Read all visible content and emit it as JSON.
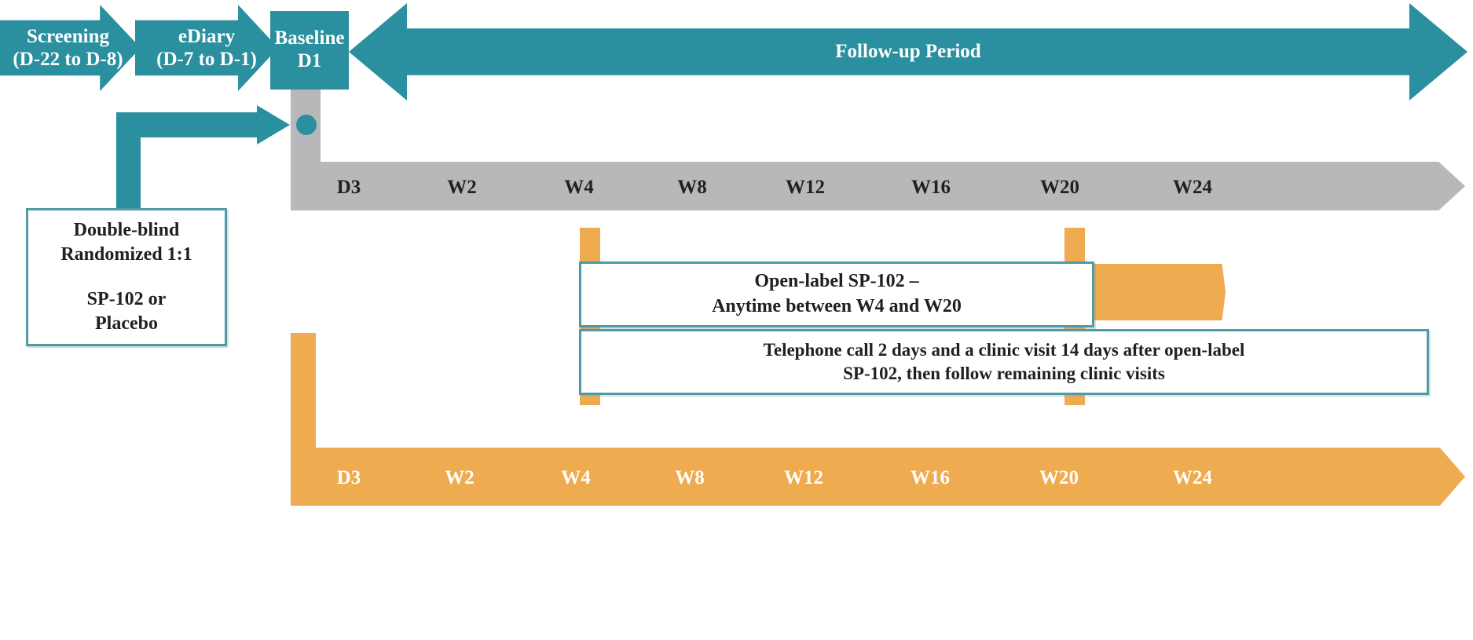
{
  "diagram": {
    "title": "Clinical trial study design schema",
    "colors": {
      "teal": "#2a8f9e",
      "teal_border": "#4e9aa6",
      "gray": "#b8b8bb",
      "orange": "#efab50",
      "text_dark": "#231f20",
      "text_light": "#ffffff"
    },
    "phases": [
      {
        "name": "screening",
        "line1": "Screening",
        "line2": "(D-22 to D-8)"
      },
      {
        "name": "ediary",
        "line1": "eDiary",
        "line2": "(D-7 to D-1)"
      },
      {
        "name": "baseline",
        "line1": "Baseline",
        "line2": "D1"
      }
    ],
    "followup": {
      "label": "Follow-up Period"
    },
    "randomization_box": {
      "line1": "Double-blind",
      "line2": "Randomized 1:1",
      "line3": "SP-102 or",
      "line4": "Placebo"
    },
    "timelines": [
      {
        "name": "double-blind-visits",
        "color": "gray",
        "visits": [
          "D3",
          "W2",
          "W4",
          "W8",
          "W12",
          "W16",
          "W20",
          "W24"
        ]
      },
      {
        "name": "open-label-visits",
        "color": "orange",
        "visits": [
          "D3",
          "W2",
          "W4",
          "W8",
          "W12",
          "W16",
          "W20",
          "W24"
        ]
      }
    ],
    "open_label_box": {
      "line1": "Open-label SP-102 –",
      "line2": "Anytime between W4 and W20"
    },
    "followup_note_box": {
      "line1": "Telephone call 2 days and a clinic visit 14 days after open-label",
      "line2": "SP-102, then follow remaining clinic visits"
    },
    "markers": [
      {
        "name": "open-label-window-start",
        "label": "W4"
      },
      {
        "name": "open-label-window-end",
        "label": "W20"
      }
    ]
  }
}
